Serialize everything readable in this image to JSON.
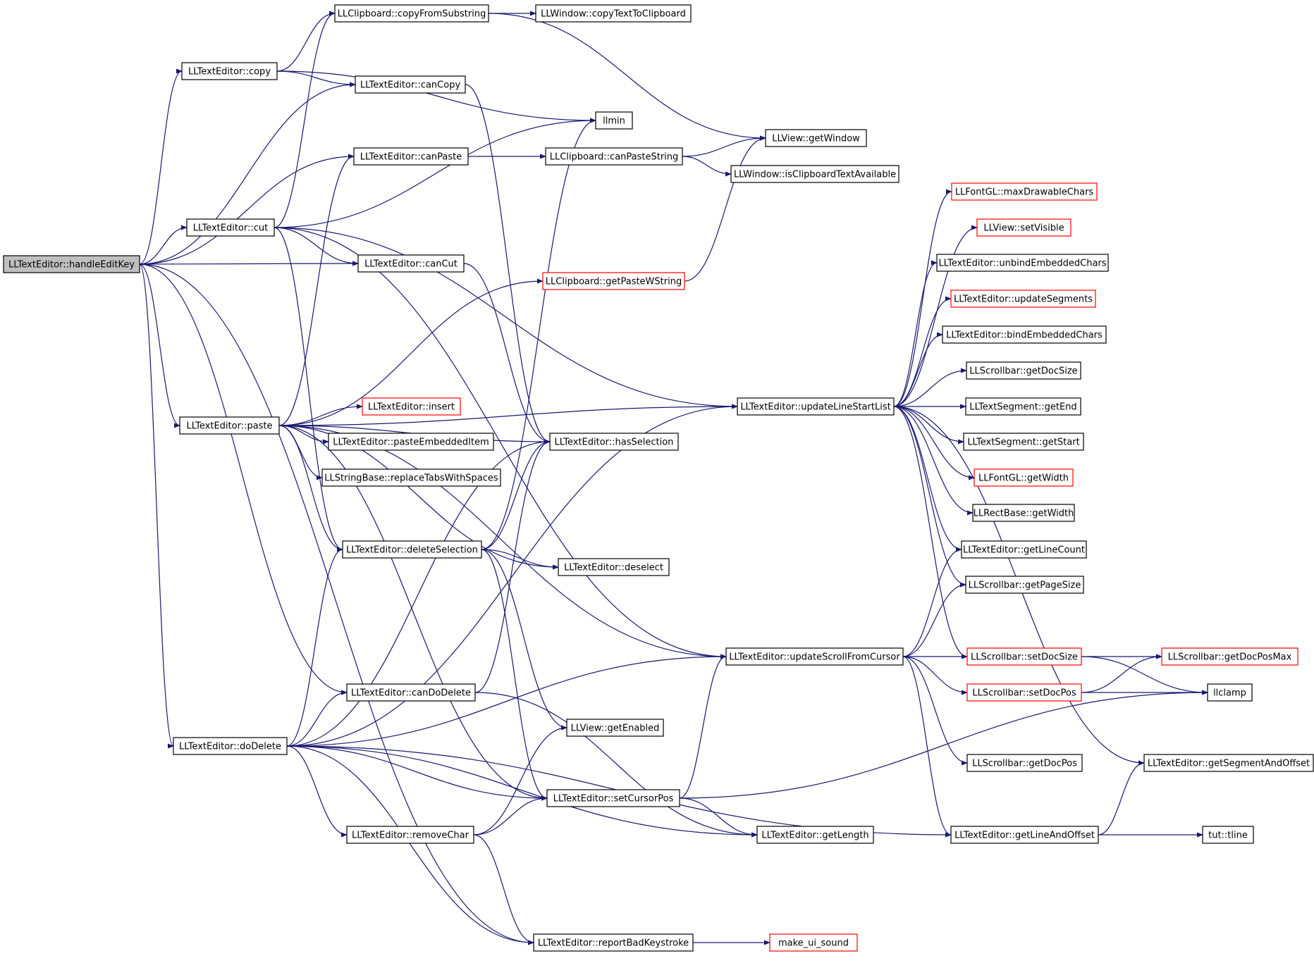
{
  "nodes": [
    {
      "id": "handleEditKey",
      "label": "LLTextEditor::handleEditKey",
      "style": "root"
    },
    {
      "id": "copyFromSubstring",
      "label": "LLClipboard::copyFromSubstring",
      "style": "normal"
    },
    {
      "id": "copyTextToClipboard",
      "label": "LLWindow::copyTextToClipboard",
      "style": "normal"
    },
    {
      "id": "copy",
      "label": "LLTextEditor::copy",
      "style": "normal"
    },
    {
      "id": "canCopy",
      "label": "LLTextEditor::canCopy",
      "style": "normal"
    },
    {
      "id": "llmin",
      "label": "llmin",
      "style": "normal"
    },
    {
      "id": "getWindow",
      "label": "LLView::getWindow",
      "style": "normal"
    },
    {
      "id": "canPaste",
      "label": "LLTextEditor::canPaste",
      "style": "normal"
    },
    {
      "id": "canPasteString",
      "label": "LLClipboard::canPasteString",
      "style": "normal"
    },
    {
      "id": "isClipboardTextAvailable",
      "label": "LLWindow::isClipboardTextAvailable",
      "style": "normal"
    },
    {
      "id": "maxDrawableChars",
      "label": "LLFontGL::maxDrawableChars",
      "style": "red"
    },
    {
      "id": "cut",
      "label": "LLTextEditor::cut",
      "style": "normal"
    },
    {
      "id": "setVisible",
      "label": "LLView::setVisible",
      "style": "red"
    },
    {
      "id": "canCut",
      "label": "LLTextEditor::canCut",
      "style": "normal"
    },
    {
      "id": "unbindEmbeddedChars",
      "label": "LLTextEditor::unbindEmbeddedChars",
      "style": "normal"
    },
    {
      "id": "getPasteWString",
      "label": "LLClipboard::getPasteWString",
      "style": "red"
    },
    {
      "id": "updateSegments",
      "label": "LLTextEditor::updateSegments",
      "style": "red"
    },
    {
      "id": "bindEmbeddedChars",
      "label": "LLTextEditor::bindEmbeddedChars",
      "style": "normal"
    },
    {
      "id": "sbGetDocSize",
      "label": "LLScrollbar::getDocSize",
      "style": "normal"
    },
    {
      "id": "insert",
      "label": "LLTextEditor::insert",
      "style": "red"
    },
    {
      "id": "updateLineStartList",
      "label": "LLTextEditor::updateLineStartList",
      "style": "normal"
    },
    {
      "id": "getEnd",
      "label": "LLTextSegment::getEnd",
      "style": "normal"
    },
    {
      "id": "paste",
      "label": "LLTextEditor::paste",
      "style": "normal"
    },
    {
      "id": "pasteEmbeddedItem",
      "label": "LLTextEditor::pasteEmbeddedItem",
      "style": "normal"
    },
    {
      "id": "hasSelection",
      "label": "LLTextEditor::hasSelection",
      "style": "normal"
    },
    {
      "id": "getStart",
      "label": "LLTextSegment::getStart",
      "style": "normal"
    },
    {
      "id": "replaceTabsWithSpaces",
      "label": "LLStringBase::replaceTabsWithSpaces",
      "style": "normal"
    },
    {
      "id": "fontGetWidth",
      "label": "LLFontGL::getWidth",
      "style": "red"
    },
    {
      "id": "rectGetWidth",
      "label": "LLRectBase::getWidth",
      "style": "normal"
    },
    {
      "id": "deleteSelection",
      "label": "LLTextEditor::deleteSelection",
      "style": "normal"
    },
    {
      "id": "getLineCount",
      "label": "LLTextEditor::getLineCount",
      "style": "normal"
    },
    {
      "id": "deselect",
      "label": "LLTextEditor::deselect",
      "style": "normal"
    },
    {
      "id": "getPageSize",
      "label": "LLScrollbar::getPageSize",
      "style": "normal"
    },
    {
      "id": "updateScrollFromCursor",
      "label": "LLTextEditor::updateScrollFromCursor",
      "style": "normal"
    },
    {
      "id": "sbSetDocSize",
      "label": "LLScrollbar::setDocSize",
      "style": "red"
    },
    {
      "id": "getDocPosMax",
      "label": "LLScrollbar::getDocPosMax",
      "style": "red"
    },
    {
      "id": "canDoDelete",
      "label": "LLTextEditor::canDoDelete",
      "style": "normal"
    },
    {
      "id": "setDocPos",
      "label": "LLScrollbar::setDocPos",
      "style": "red"
    },
    {
      "id": "llclamp",
      "label": "llclamp",
      "style": "normal"
    },
    {
      "id": "getEnabled",
      "label": "LLView::getEnabled",
      "style": "normal"
    },
    {
      "id": "doDelete",
      "label": "LLTextEditor::doDelete",
      "style": "normal"
    },
    {
      "id": "getDocPos",
      "label": "LLScrollbar::getDocPos",
      "style": "normal"
    },
    {
      "id": "getSegmentAndOffset",
      "label": "LLTextEditor::getSegmentAndOffset",
      "style": "normal"
    },
    {
      "id": "setCursorPos",
      "label": "LLTextEditor::setCursorPos",
      "style": "normal"
    },
    {
      "id": "removeChar",
      "label": "LLTextEditor::removeChar",
      "style": "normal"
    },
    {
      "id": "getLength",
      "label": "LLTextEditor::getLength",
      "style": "normal"
    },
    {
      "id": "getLineAndOffset",
      "label": "LLTextEditor::getLineAndOffset",
      "style": "normal"
    },
    {
      "id": "tline",
      "label": "tut::tline",
      "style": "normal"
    },
    {
      "id": "reportBadKeystroke",
      "label": "LLTextEditor::reportBadKeystroke",
      "style": "normal"
    },
    {
      "id": "make_ui_sound",
      "label": "make_ui_sound",
      "style": "red"
    }
  ],
  "edges": [
    [
      "handleEditKey",
      "copy"
    ],
    [
      "handleEditKey",
      "canCopy"
    ],
    [
      "handleEditKey",
      "canPaste"
    ],
    [
      "handleEditKey",
      "cut"
    ],
    [
      "handleEditKey",
      "canCut"
    ],
    [
      "handleEditKey",
      "paste"
    ],
    [
      "handleEditKey",
      "canDoDelete"
    ],
    [
      "handleEditKey",
      "doDelete"
    ],
    [
      "handleEditKey",
      "reportBadKeystroke"
    ],
    [
      "copy",
      "copyFromSubstring"
    ],
    [
      "copy",
      "canCopy"
    ],
    [
      "copy",
      "llmin"
    ],
    [
      "copyFromSubstring",
      "copyTextToClipboard"
    ],
    [
      "copyFromSubstring",
      "getWindow"
    ],
    [
      "canCopy",
      "hasSelection"
    ],
    [
      "canPaste",
      "canPasteString"
    ],
    [
      "canPasteString",
      "getWindow"
    ],
    [
      "canPasteString",
      "isClipboardTextAvailable"
    ],
    [
      "cut",
      "copyFromSubstring"
    ],
    [
      "cut",
      "llmin"
    ],
    [
      "cut",
      "canCut"
    ],
    [
      "cut",
      "deleteSelection"
    ],
    [
      "cut",
      "updateLineStartList"
    ],
    [
      "cut",
      "updateScrollFromCursor"
    ],
    [
      "canCut",
      "hasSelection"
    ],
    [
      "getPasteWString",
      "getWindow"
    ],
    [
      "paste",
      "canPaste"
    ],
    [
      "paste",
      "getPasteWString"
    ],
    [
      "paste",
      "insert"
    ],
    [
      "paste",
      "pasteEmbeddedItem"
    ],
    [
      "paste",
      "replaceTabsWithSpaces"
    ],
    [
      "paste",
      "hasSelection"
    ],
    [
      "paste",
      "deleteSelection"
    ],
    [
      "paste",
      "deselect"
    ],
    [
      "paste",
      "updateLineStartList"
    ],
    [
      "paste",
      "updateScrollFromCursor"
    ],
    [
      "paste",
      "setCursorPos"
    ],
    [
      "deleteSelection",
      "hasSelection"
    ],
    [
      "deleteSelection",
      "llmin"
    ],
    [
      "deleteSelection",
      "deselect"
    ],
    [
      "deleteSelection",
      "getEnabled"
    ],
    [
      "deleteSelection",
      "setCursorPos"
    ],
    [
      "canDoDelete",
      "hasSelection"
    ],
    [
      "canDoDelete",
      "getLength"
    ],
    [
      "doDelete",
      "deleteSelection"
    ],
    [
      "doDelete",
      "canDoDelete"
    ],
    [
      "doDelete",
      "hasSelection"
    ],
    [
      "doDelete",
      "updateLineStartList"
    ],
    [
      "doDelete",
      "updateScrollFromCursor"
    ],
    [
      "doDelete",
      "setCursorPos"
    ],
    [
      "doDelete",
      "removeChar"
    ],
    [
      "doDelete",
      "getLength"
    ],
    [
      "doDelete",
      "getLineAndOffset"
    ],
    [
      "doDelete",
      "reportBadKeystroke"
    ],
    [
      "removeChar",
      "getEnabled"
    ],
    [
      "removeChar",
      "setCursorPos"
    ],
    [
      "removeChar",
      "reportBadKeystroke"
    ],
    [
      "setCursorPos",
      "getLength"
    ],
    [
      "setCursorPos",
      "updateScrollFromCursor"
    ],
    [
      "setCursorPos",
      "llclamp"
    ],
    [
      "reportBadKeystroke",
      "make_ui_sound"
    ],
    [
      "updateLineStartList",
      "maxDrawableChars"
    ],
    [
      "updateLineStartList",
      "setVisible"
    ],
    [
      "updateLineStartList",
      "unbindEmbeddedChars"
    ],
    [
      "updateLineStartList",
      "updateSegments"
    ],
    [
      "updateLineStartList",
      "bindEmbeddedChars"
    ],
    [
      "updateLineStartList",
      "sbGetDocSize"
    ],
    [
      "updateLineStartList",
      "getEnd"
    ],
    [
      "updateLineStartList",
      "getStart"
    ],
    [
      "updateLineStartList",
      "fontGetWidth"
    ],
    [
      "updateLineStartList",
      "rectGetWidth"
    ],
    [
      "updateLineStartList",
      "getLineCount"
    ],
    [
      "updateLineStartList",
      "getPageSize"
    ],
    [
      "updateLineStartList",
      "sbSetDocSize"
    ],
    [
      "updateLineStartList",
      "getSegmentAndOffset"
    ],
    [
      "updateScrollFromCursor",
      "getLineCount"
    ],
    [
      "updateScrollFromCursor",
      "getPageSize"
    ],
    [
      "updateScrollFromCursor",
      "sbSetDocSize"
    ],
    [
      "updateScrollFromCursor",
      "setDocPos"
    ],
    [
      "updateScrollFromCursor",
      "getDocPos"
    ],
    [
      "updateScrollFromCursor",
      "getLineAndOffset"
    ],
    [
      "sbSetDocSize",
      "getDocPosMax"
    ],
    [
      "sbSetDocSize",
      "llclamp"
    ],
    [
      "setDocPos",
      "getDocPosMax"
    ],
    [
      "setDocPos",
      "llclamp"
    ],
    [
      "getLineAndOffset",
      "getSegmentAndOffset"
    ],
    [
      "getLineAndOffset",
      "tline"
    ]
  ]
}
